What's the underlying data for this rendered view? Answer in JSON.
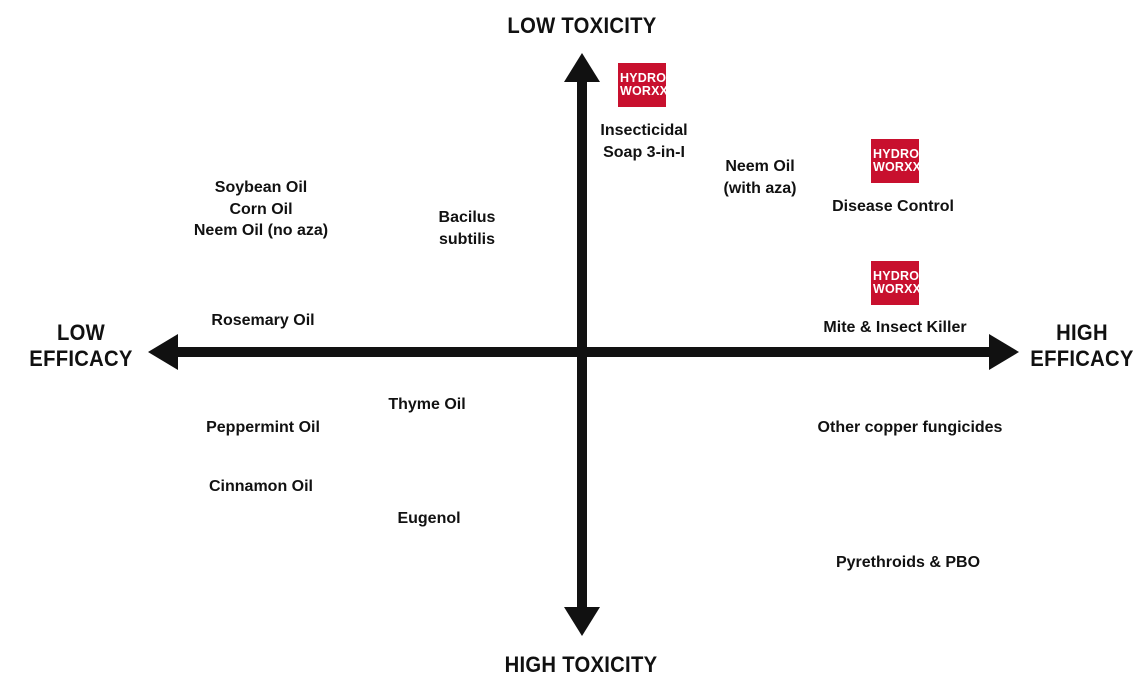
{
  "axes": {
    "top": "LOW TOXICITY",
    "bottom": "HIGH TOXICITY",
    "left": [
      "LOW",
      "EFFICACY"
    ],
    "right": [
      "HIGH",
      "EFFICACY"
    ]
  },
  "items": {
    "insecticidal_soap": [
      "Insecticidal",
      "Soap 3-in-I"
    ],
    "neem_aza": [
      "Neem Oil",
      "(with aza)"
    ],
    "disease_control": "Disease Control",
    "mite_killer": "Mite & Insect Killer",
    "soy_group": [
      "Soybean Oil",
      "Corn Oil",
      "Neem Oil (no aza)"
    ],
    "bacilus": [
      "Bacilus",
      "subtilis"
    ],
    "rosemary": "Rosemary Oil",
    "thyme": "Thyme Oil",
    "peppermint": "Peppermint Oil",
    "cinnamon": "Cinnamon Oil",
    "eugenol": "Eugenol",
    "copper": "Other copper fungicides",
    "pyrethroids": "Pyrethroids & PBO"
  },
  "logo": [
    "HYDRO",
    "WORXX"
  ],
  "colors": {
    "axis": "#111111",
    "brand": "#c8102e"
  }
}
